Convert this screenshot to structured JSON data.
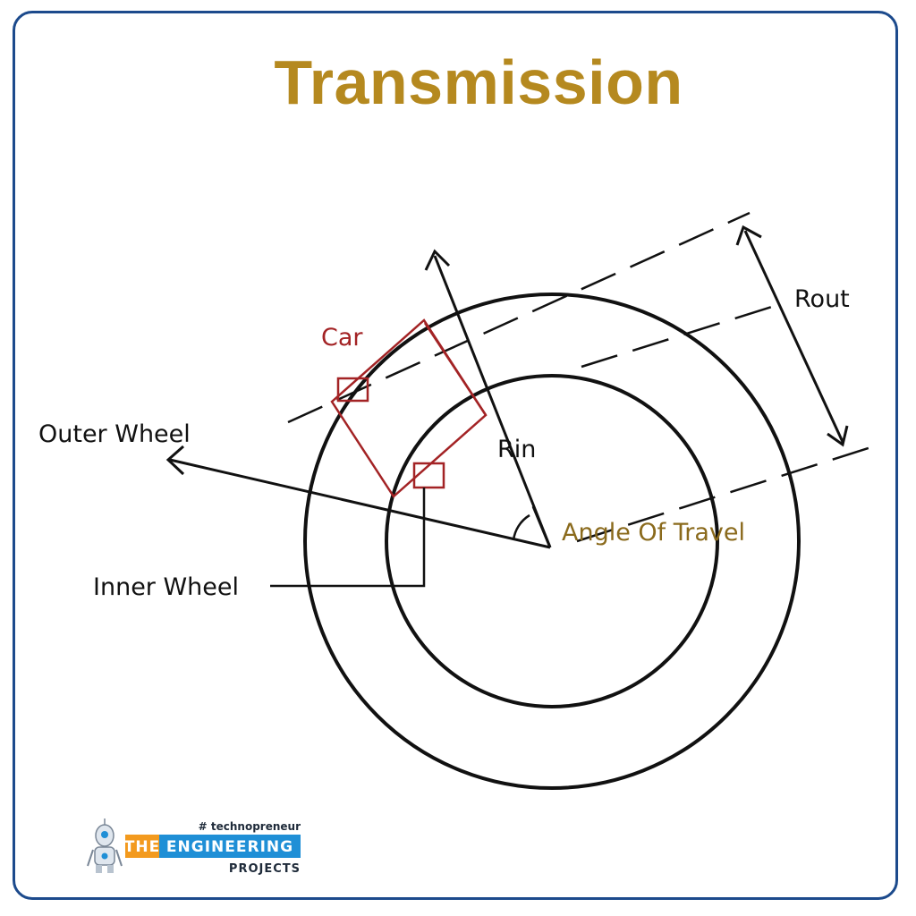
{
  "title": "Transmission",
  "labels": {
    "car": "Car",
    "outer_wheel": "Outer Wheel",
    "inner_wheel": "Inner Wheel",
    "rin": "Rin",
    "rout": "Rout",
    "angle_of_travel": "Angle Of Travel"
  },
  "logo": {
    "tagline": "# technopreneur",
    "the": "THE",
    "engineering": "ENGINEERING",
    "projects": "PROJECTS",
    "icon": "robot-icon"
  },
  "colors": {
    "title": "#b5891f",
    "car": "#a32325",
    "angle_label": "#8a6a1c",
    "line": "#111111",
    "frame": "#1c4a8c",
    "logo_orange": "#f39a1e",
    "logo_blue": "#1f8fd6"
  }
}
